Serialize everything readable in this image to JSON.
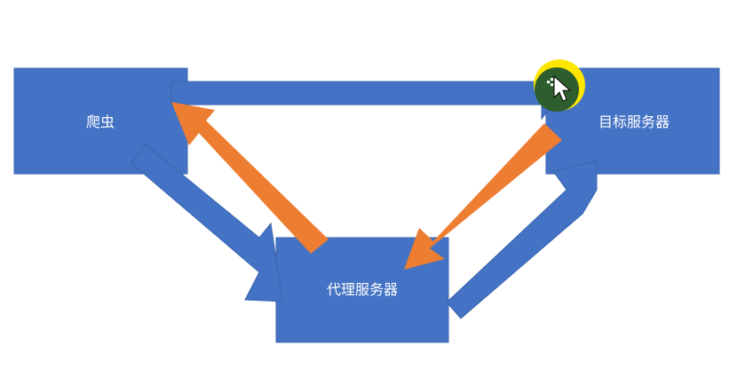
{
  "colors": {
    "box_fill": "#4472c4",
    "box_stroke": "#3a64ae",
    "request_arrow": "#4472c4",
    "response_arrow": "#ed7d31",
    "cursor_highlight": "#ffe600",
    "cursor_center": "#2e5e2e"
  },
  "nodes": {
    "crawler": {
      "label": "爬虫"
    },
    "target_server": {
      "label": "目标服务器"
    },
    "proxy_server": {
      "label": "代理服务器"
    }
  },
  "arrows": [
    {
      "name": "crawler-to-target-arrow",
      "from": "crawler",
      "to": "target_server",
      "kind": "request"
    },
    {
      "name": "crawler-to-proxy-arrow",
      "from": "crawler",
      "to": "proxy_server",
      "kind": "request"
    },
    {
      "name": "proxy-to-target-arrow",
      "from": "proxy_server",
      "to": "target_server",
      "kind": "request"
    },
    {
      "name": "target-to-proxy-arrow",
      "from": "target_server",
      "to": "proxy_server",
      "kind": "response"
    },
    {
      "name": "proxy-to-crawler-arrow",
      "from": "proxy_server",
      "to": "crawler",
      "kind": "response"
    }
  ],
  "cursor": {
    "icon": "mouse-pointer-icon"
  }
}
